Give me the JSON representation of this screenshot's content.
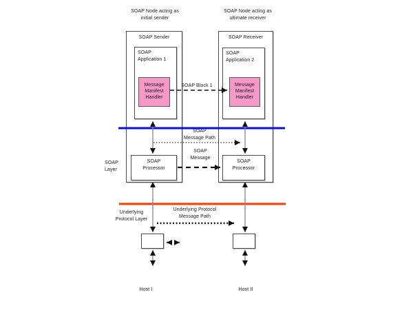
{
  "colors": {
    "handler_fill": "#F598C8",
    "soap_layer_line": "#0B0BEA",
    "underlying_layer_line": "#FF3900",
    "connector_gray": "#8C8C8C",
    "arrow_black": "#111111"
  },
  "captions": {
    "sender_node": "SOAP Node acting as\ninitial sender",
    "receiver_node": "SOAP Node acting as\nultimate receiver"
  },
  "sender": {
    "title": "SOAP Sender",
    "application": "SOAP\nApplication 1",
    "handler": "Message\nManifest\nHandler",
    "processor": "SOAP\nProcessor",
    "host": "Host I"
  },
  "receiver": {
    "title": "SOAP Receiver",
    "application": "SOAP\nApplication 2",
    "handler": "Message\nManifest\nHandler",
    "processor": "SOAP\nProcessor",
    "host": "Host II"
  },
  "labels": {
    "soap_block": "SOAP Block 1",
    "soap_message_path": "SOAP\nMessage Path",
    "soap_message": "SOAP\nMessage",
    "soap_layer": "SOAP\nLayer",
    "underlying_protocol_layer": "Underlying\nProtocol Layer",
    "underlying_protocol_message_path": "Underlying Protocol\nMessage Path"
  }
}
